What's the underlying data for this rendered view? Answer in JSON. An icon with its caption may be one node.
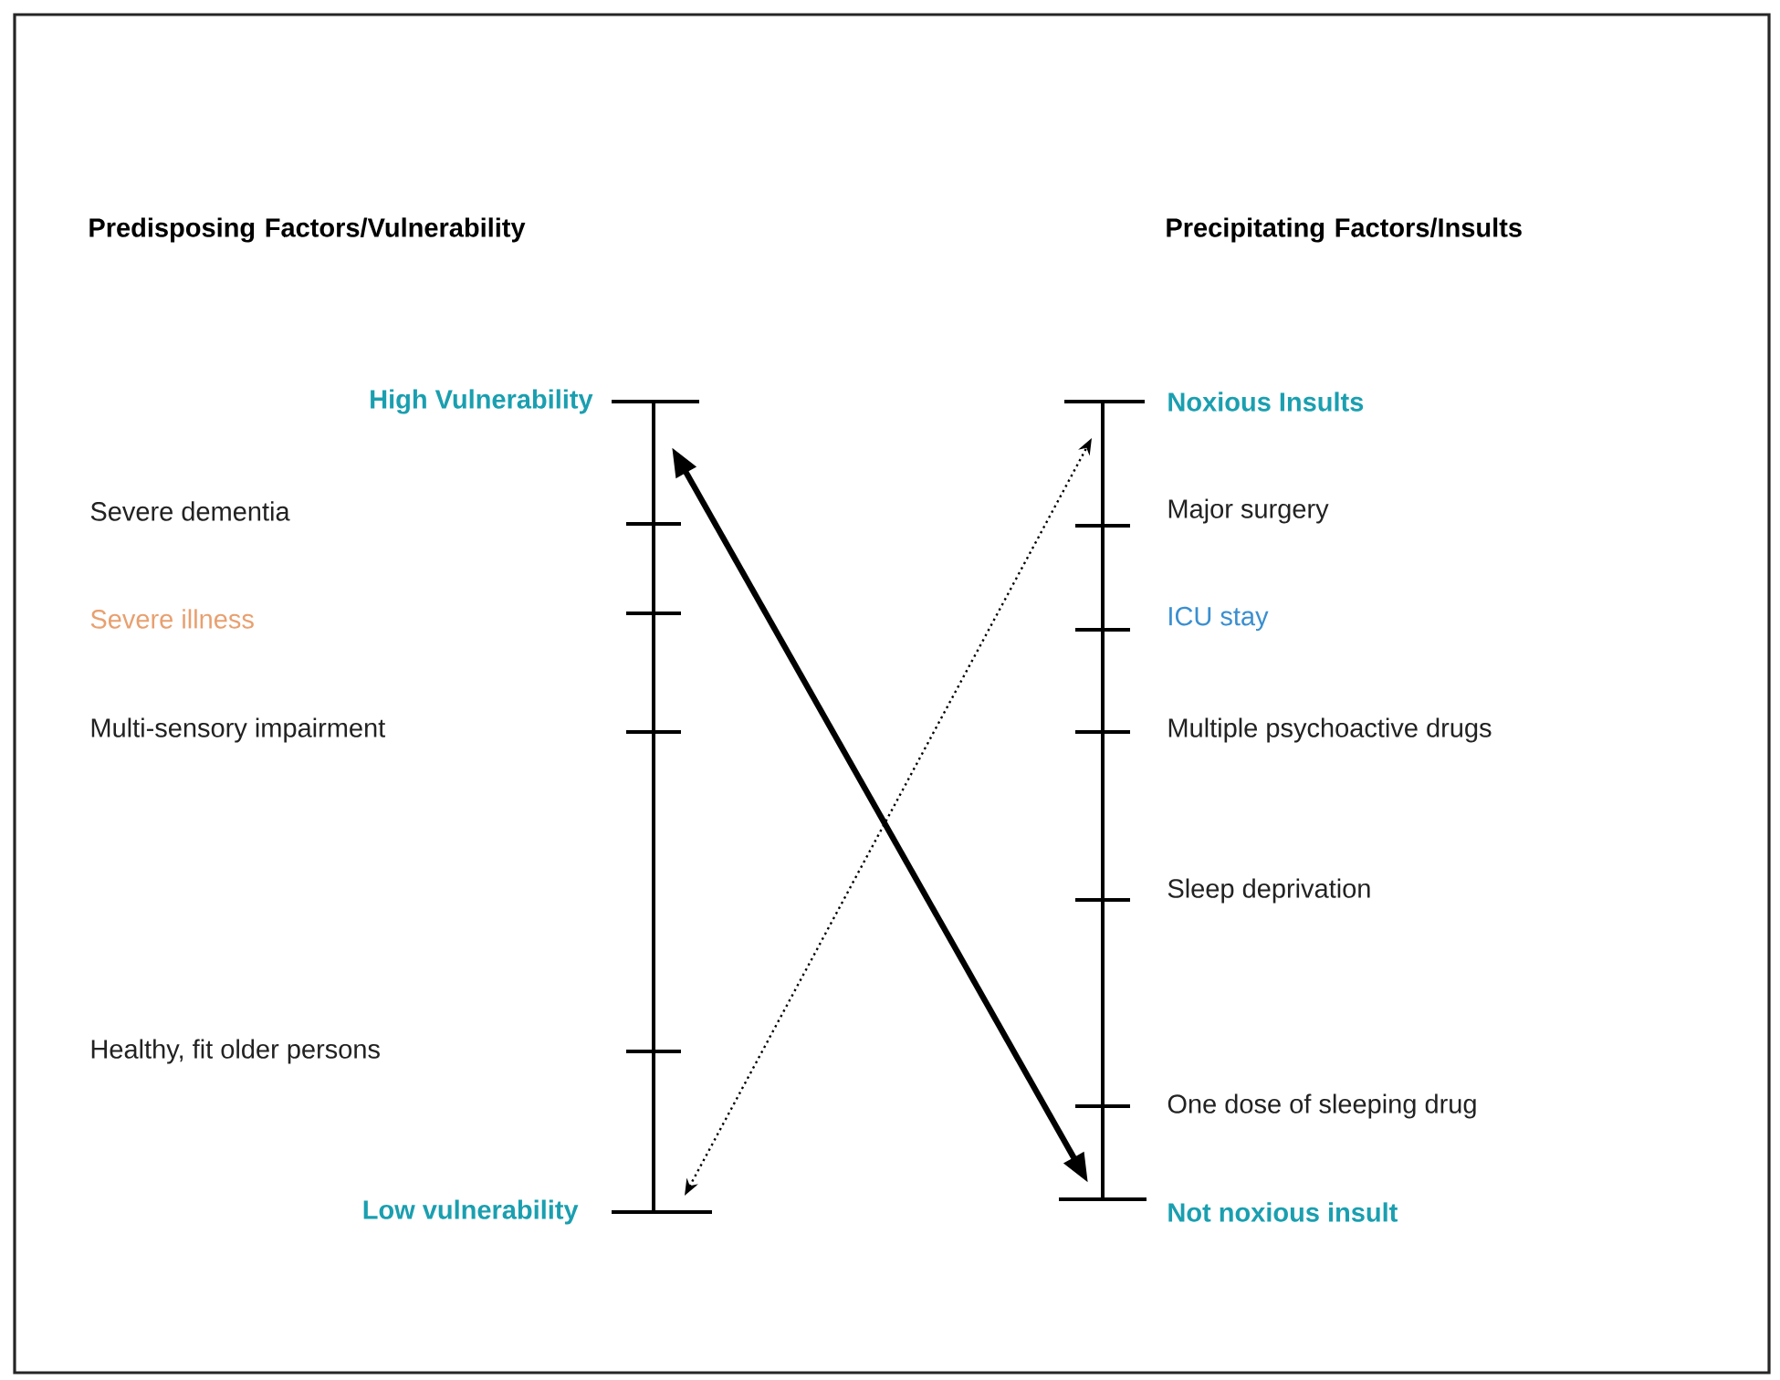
{
  "diagram": {
    "nodes": [
      {
        "text": [
          "High Vulnerability"
        ]
      },
      {
        "text": [
          "Severe dementia"
        ]
      },
      {
        "text": [
          "Severe illness"
        ]
      },
      {
        "text": [
          "Multi-sensory impairment"
        ]
      },
      {
        "text": [
          "Healthy, fit older persons"
        ]
      },
      {
        "text": [
          "Low vulnerability"
        ]
      },
      {
        "text": [
          "Noxious Insults"
        ]
      },
      {
        "text": [
          "Major surgery"
        ]
      },
      {
        "text": [
          "ICU stay"
        ]
      },
      {
        "text": [
          "Multiple psychoactive drugs"
        ]
      },
      {
        "text": [
          "Sleep deprivation"
        ]
      },
      {
        "text": [
          "One dose of sleeping drug"
        ]
      },
      {
        "text": [
          "Not noxious insult"
        ]
      }
    ],
    "edges": [
      {
        "from": 0,
        "to": 12,
        "arrow": "both",
        "style": "thick"
      },
      {
        "from": 5,
        "to": 6,
        "arrow": "both",
        "style": "dashed"
      }
    ],
    "labels": [
      "Predisposing Factors/Vulnerability",
      "Precipitating Factors/Insults"
    ]
  }
}
